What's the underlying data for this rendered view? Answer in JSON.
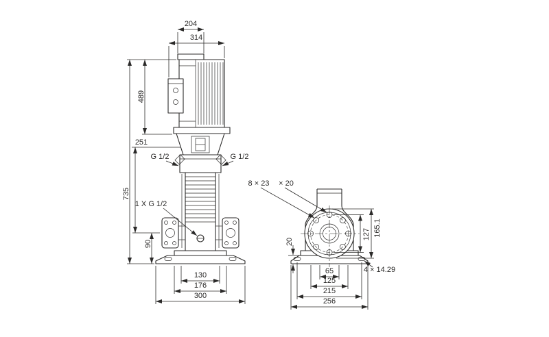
{
  "drawing": {
    "type": "pump dimensional drawing",
    "front_view": {
      "dim_204": "204",
      "dim_314": "314",
      "dim_489": "489",
      "dim_251": "251",
      "dim_735": "735",
      "dim_90": "90",
      "dim_130": "130",
      "dim_176": "176",
      "dim_300": "300",
      "port_left": "G 1/2",
      "port_right": "G 1/2",
      "drain_plug": "1 X G 1/2"
    },
    "side_view": {
      "flange_holes": "8 × 23",
      "flange_hole_depth": "× 20",
      "dim_20": "20",
      "dim_127": "127",
      "dim_165_1": "165.1",
      "base_holes": "4 × 14.29",
      "dim_65": "65",
      "dim_125": "125",
      "dim_215": "215",
      "dim_256": "256"
    }
  }
}
